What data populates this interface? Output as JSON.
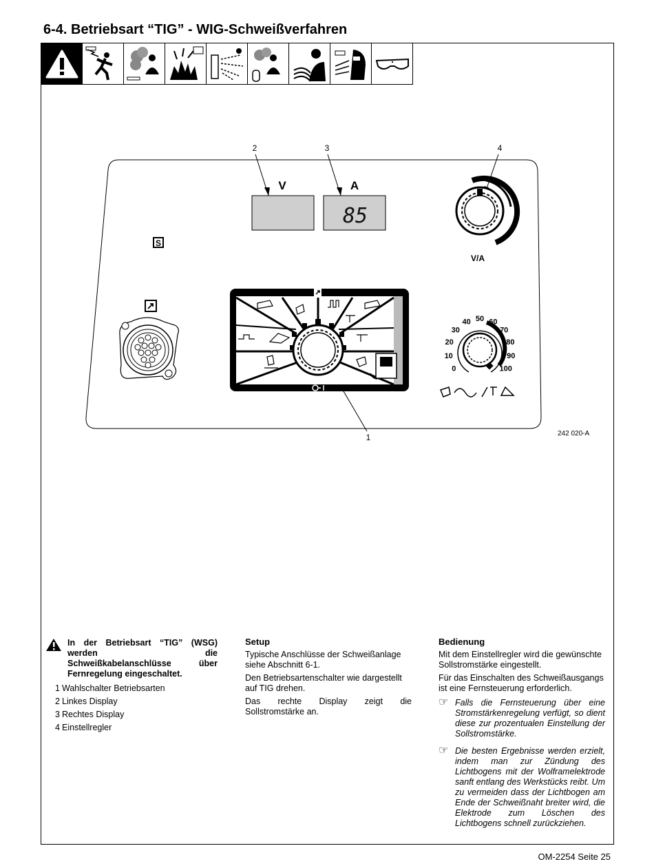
{
  "heading": "6-4. Betriebsart “TIG” - WIG-Schweißverfahren",
  "warning_icons": [
    "warning-triangle-icon",
    "electric-shock-icon",
    "fumes-icon",
    "fire-explosion-icon",
    "hot-sparks-icon",
    "gas-cylinder-fumes-icon",
    "arc-rays-icon",
    "welding-helmet-icon",
    "safety-glasses-icon"
  ],
  "diagram": {
    "callout_1": "1",
    "callout_2": "2",
    "callout_3": "3",
    "callout_4": "4",
    "left_display_label": "V",
    "right_display_label": "A",
    "right_display_value": "85",
    "knob_label": "V/A",
    "s_badge": "S",
    "dial_ticks": [
      "0",
      "10",
      "20",
      "30",
      "40",
      "50",
      "60",
      "70",
      "80",
      "90",
      "100"
    ],
    "figure_id": "242 020-A"
  },
  "col1": {
    "warning": "In der Betriebsart “TIG” (WSG) werden die Schweißkabelanschlüsse über Fernregelung eingeschaltet.",
    "items": [
      {
        "n": "1",
        "label": "Wahlschalter Betriebsarten"
      },
      {
        "n": "2",
        "label": "Linkes Display"
      },
      {
        "n": "3",
        "label": "Rechtes Display"
      },
      {
        "n": "4",
        "label": "Einstellregler"
      }
    ]
  },
  "col2": {
    "title": "Setup",
    "p1": "Typische Anschlüsse der Schweißanlage siehe Abschnitt 6-1.",
    "p2": "Den Betriebsartenschalter wie dargestellt auf TIG drehen.",
    "p3": "Das rechte Display zeigt die Sollstromstärke an."
  },
  "col3": {
    "title": "Bedienung",
    "p1": "Mit dem Einstellregler wird die gewünschte Sollstromstärke eingestellt.",
    "p2": "Für das Einschalten des Schweißausgangs ist eine Fernsteuerung erforderlich.",
    "note1": "Falls die Fernsteuerung über eine Stromstärkenregelung verfügt, so dient diese zur prozentualen Einstellung der Sollstromstärke.",
    "note2": "Die besten Ergebnisse werden erzielt, indem man zur Zündung des Lichtbogens mit der Wolframelektrode sanft entlang des Werkstücks reibt. Um zu vermeiden dass der Lichtbogen am Ende der Schweißnaht breiter wird, die Elektrode zum Löschen des Lichtbogens schnell zurückziehen."
  },
  "footer": "OM-2254 Seite 25"
}
